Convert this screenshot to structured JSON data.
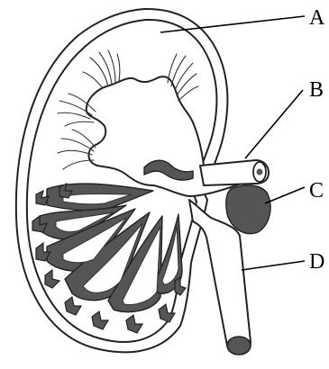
{
  "figure": {
    "labels": [
      {
        "id": "A",
        "text": "A"
      },
      {
        "id": "B",
        "text": "B"
      },
      {
        "id": "C",
        "text": "C"
      },
      {
        "id": "D",
        "text": "D"
      }
    ],
    "colors": {
      "outline": "#222222",
      "tissue": "#555555",
      "background": "#ffffff"
    }
  }
}
